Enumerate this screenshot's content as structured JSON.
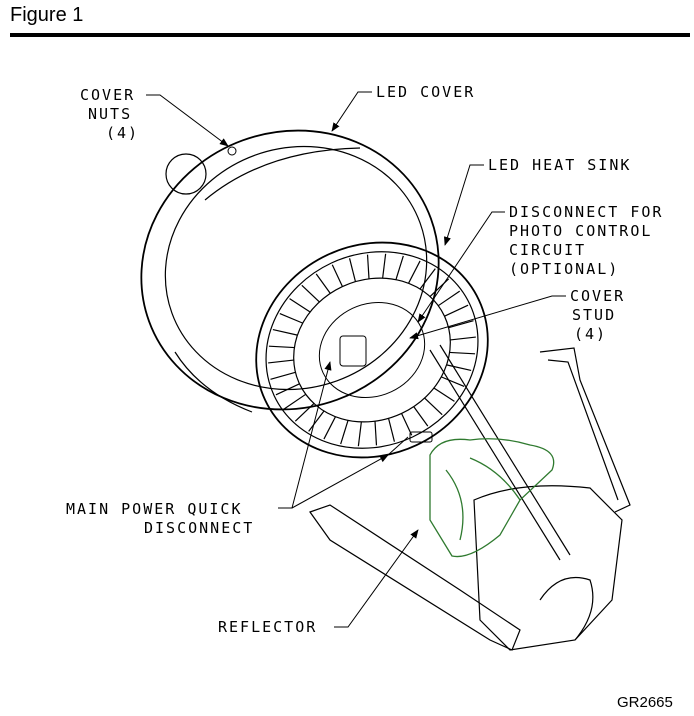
{
  "figure_title": "Figure 1",
  "drawing_code": "GR2665",
  "labels": {
    "cover_nuts": [
      "COVER",
      "NUTS",
      "(4)"
    ],
    "led_cover": "LED COVER",
    "led_heat_sink": "LED HEAT SINK",
    "disconnect": [
      "DISCONNECT FOR",
      "PHOTO CONTROL",
      "CIRCUIT",
      "(OPTIONAL)"
    ],
    "cover_stud": [
      "COVER",
      "STUD",
      "(4)"
    ],
    "main_power": [
      "MAIN POWER QUICK",
      "DISCONNECT"
    ],
    "reflector": "REFLECTOR"
  }
}
